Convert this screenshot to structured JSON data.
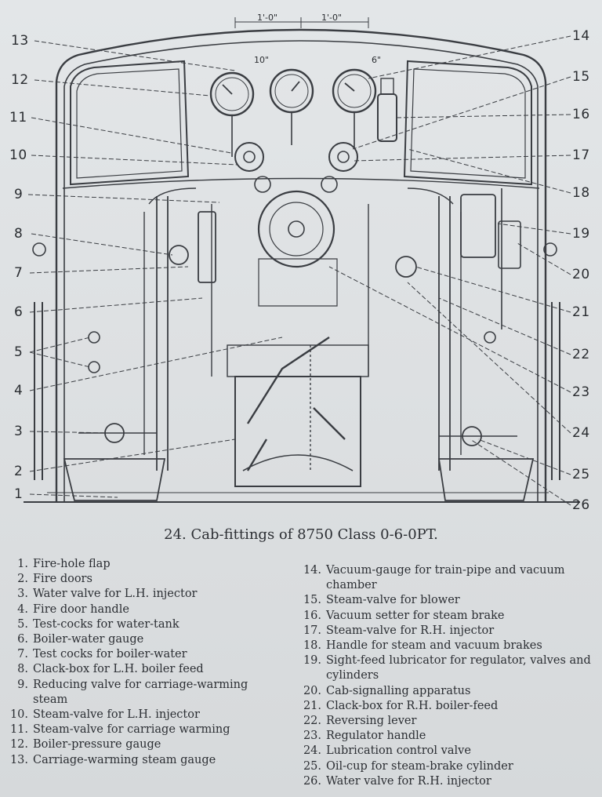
{
  "dimensions": {
    "dim_a": "1'-0\"",
    "dim_b": "1'-0\"",
    "dim_c": "10\"",
    "dim_d": "6\""
  },
  "caption": "24. Cab-fittings of 8750 Class 0-6-0PT.",
  "callouts": [
    "1",
    "2",
    "3",
    "4",
    "5",
    "6",
    "7",
    "8",
    "9",
    "10",
    "11",
    "12",
    "13",
    "14",
    "15",
    "16",
    "17",
    "18",
    "19",
    "20",
    "21",
    "22",
    "23",
    "24",
    "25",
    "26"
  ],
  "legend": [
    {
      "num": "1.",
      "text": "Fire-hole flap"
    },
    {
      "num": "2.",
      "text": "Fire doors"
    },
    {
      "num": "3.",
      "text": "Water valve for L.H. injector"
    },
    {
      "num": "4.",
      "text": "Fire door handle"
    },
    {
      "num": "5.",
      "text": "Test-cocks for water-tank"
    },
    {
      "num": "6.",
      "text": "Boiler-water gauge"
    },
    {
      "num": "7.",
      "text": "Test cocks for boiler-water"
    },
    {
      "num": "8.",
      "text": "Clack-box for L.H. boiler feed"
    },
    {
      "num": "9.",
      "text": "Reducing valve for carriage-warming steam"
    },
    {
      "num": "10.",
      "text": "Steam-valve for L.H. injector"
    },
    {
      "num": "11.",
      "text": "Steam-valve for carriage warming"
    },
    {
      "num": "12.",
      "text": "Boiler-pressure gauge"
    },
    {
      "num": "13.",
      "text": "Carriage-warming steam gauge"
    },
    {
      "num": "14.",
      "text": "Vacuum-gauge for train-pipe and vacuum chamber"
    },
    {
      "num": "15.",
      "text": "Steam-valve for blower"
    },
    {
      "num": "16.",
      "text": "Vacuum setter for steam brake"
    },
    {
      "num": "17.",
      "text": "Steam-valve for R.H. injector"
    },
    {
      "num": "18.",
      "text": "Handle for steam and vacuum brakes"
    },
    {
      "num": "19.",
      "text": "Sight-feed lubricator for regulator, valves and cylinders"
    },
    {
      "num": "20.",
      "text": "Cab-signalling apparatus"
    },
    {
      "num": "21.",
      "text": "Clack-box for R.H. boiler-feed"
    },
    {
      "num": "22.",
      "text": "Reversing lever"
    },
    {
      "num": "23.",
      "text": "Regulator handle"
    },
    {
      "num": "24.",
      "text": "Lubrication control valve"
    },
    {
      "num": "25.",
      "text": "Oil-cup for steam-brake cylinder"
    },
    {
      "num": "26.",
      "text": "Water valve for R.H. injector"
    }
  ]
}
